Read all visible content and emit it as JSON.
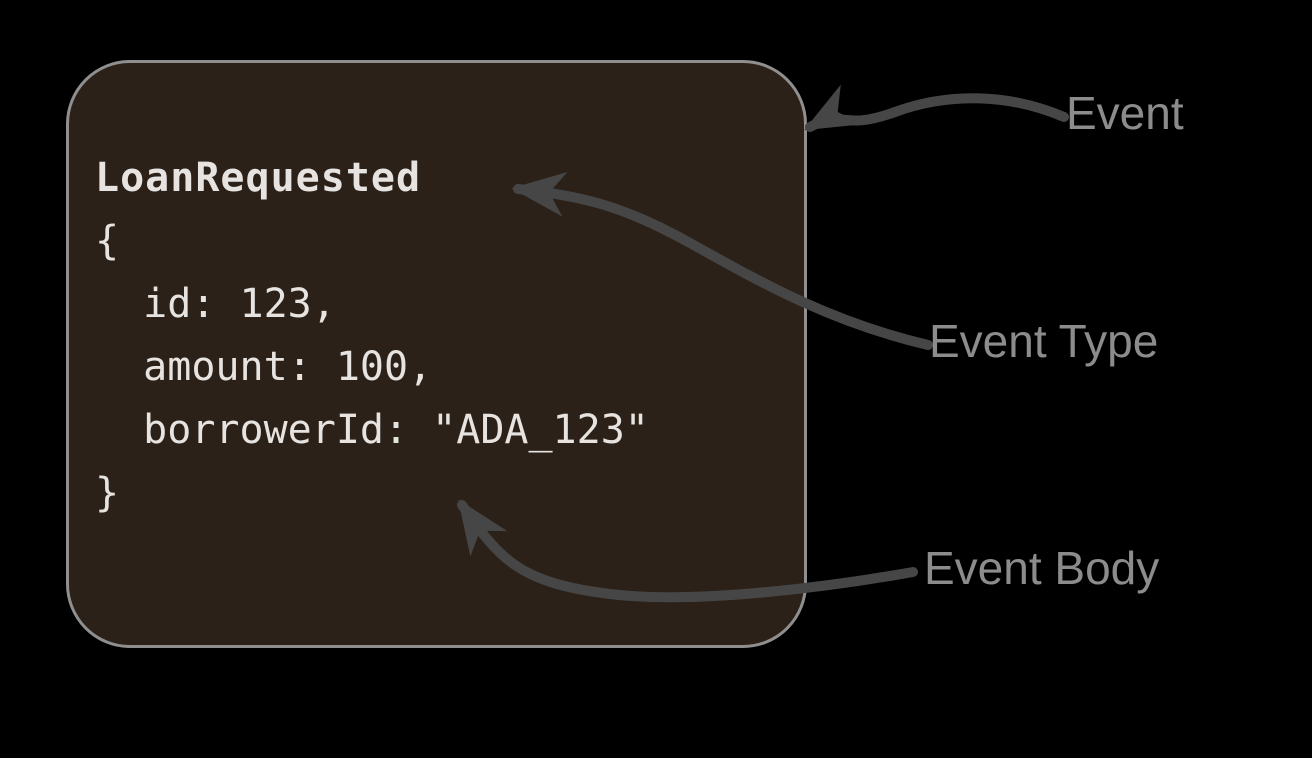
{
  "colors": {
    "background": "#000000",
    "card_bg": "#2b2118",
    "card_border": "#8f8f8f",
    "code_text": "#e6e3e0",
    "arrow": "#464646",
    "label_text": "#8c8c8c"
  },
  "event_card": {
    "event_type": "LoanRequested",
    "body_lines": [
      "{",
      "  id: 123,",
      "  amount: 100,",
      "  borrowerId: \"ADA_123\"",
      "}"
    ]
  },
  "annotations": {
    "labels": [
      {
        "text": "Event"
      },
      {
        "text": "Event Type"
      },
      {
        "text": "Event Body"
      }
    ]
  }
}
